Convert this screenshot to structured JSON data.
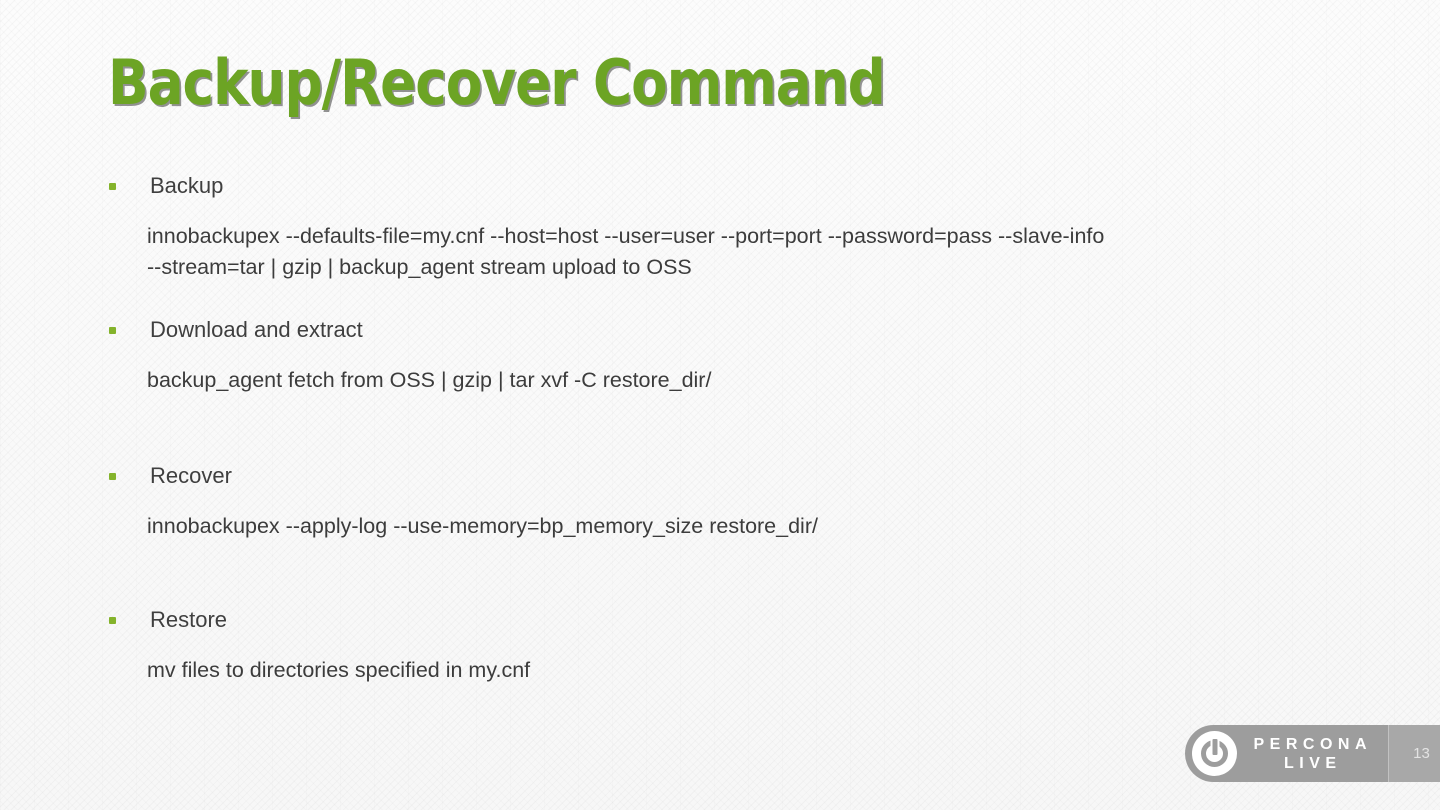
{
  "slide": {
    "title": "Backup/Recover Command",
    "title_color": "#6ca424",
    "background_color": "#fafafa",
    "body_text_color": "#3c3c3c",
    "bullet_color": "#84b32b"
  },
  "groups": [
    {
      "label": "Backup",
      "lines": [
        "innobackupex --defaults-file=my.cnf --host=host --user=user --port=port --password=pass --slave-info",
        "--stream=tar | gzip | backup_agent stream upload to OSS"
      ]
    },
    {
      "label": "Download and extract",
      "lines": [
        "backup_agent fetch from OSS | gzip | tar xvf -C restore_dir/"
      ]
    },
    {
      "label": "Recover",
      "lines": [
        "innobackupex --apply-log --use-memory=bp_memory_size restore_dir/"
      ]
    },
    {
      "label": "Restore",
      "lines": [
        "mv files to directories specified in my.cnf"
      ]
    }
  ],
  "footer": {
    "brand_line1": "PERCONA",
    "brand_line2": "LIVE",
    "page_number": "13",
    "bar_color": "#9d9d9d",
    "page_box_color": "#a8a8a8"
  }
}
